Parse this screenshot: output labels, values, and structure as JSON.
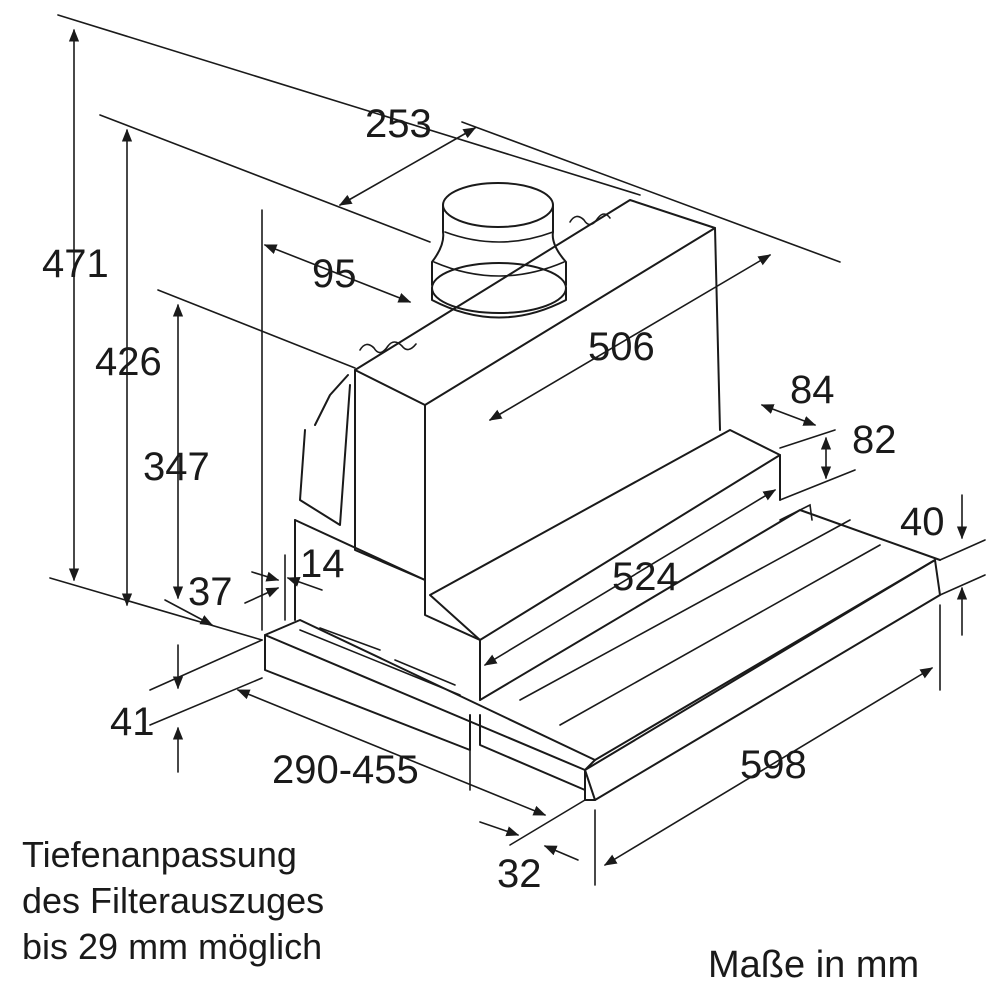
{
  "dimensions": {
    "d471": "471",
    "d426": "426",
    "d347": "347",
    "d253": "253",
    "d95": "95",
    "d506": "506",
    "d84": "84",
    "d82": "82",
    "d40": "40",
    "d14": "14",
    "d37": "37",
    "d524": "524",
    "d41": "41",
    "d290_455": "290-455",
    "d598": "598",
    "d32": "32"
  },
  "note": {
    "line1": "Tiefenanpassung",
    "line2": "des Filterauszuges",
    "line3": "bis 29 mm möglich"
  },
  "units_label": "Maße in mm"
}
